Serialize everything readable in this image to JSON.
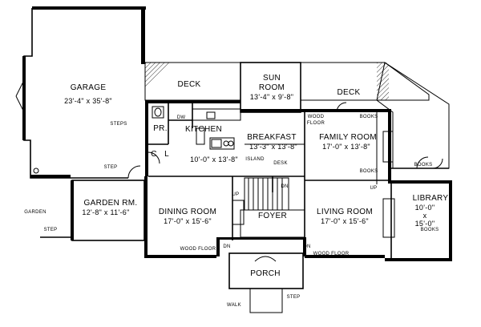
{
  "rooms": {
    "garage": {
      "name": "GARAGE",
      "dims": "23'-4\" x 35'-8\""
    },
    "deck_left": {
      "name": "DECK"
    },
    "sun_room": {
      "name_line1": "SUN",
      "name_line2": "ROOM",
      "dims": "13'-4\" x 9'-8\""
    },
    "deck_right": {
      "name": "DECK"
    },
    "powder_room": {
      "name": "PR."
    },
    "kitchen": {
      "name": "KITCHEN",
      "dims": "10'-0\" x 13'-8\""
    },
    "breakfast": {
      "name": "BREAKFAST",
      "dims": "13'-3\" x 13'-8\""
    },
    "family_room": {
      "name": "FAMILY ROOM",
      "dims": "17'-0\" x 13'-8\""
    },
    "garden_room": {
      "name": "GARDEN RM.",
      "dims": "12'-8\" x 11'-6\""
    },
    "dining_room": {
      "name": "DINING ROOM",
      "dims": "17'-0\" x 15'-6\""
    },
    "foyer": {
      "name": "FOYER"
    },
    "living_room": {
      "name": "LIVING ROOM",
      "dims": "17'-0\" x 15'-6\""
    },
    "library": {
      "name": "LIBRARY",
      "dims_line1": "10'-0\"",
      "dims_line2": "x",
      "dims_line3": "15'-0\""
    },
    "porch": {
      "name": "PORCH"
    }
  },
  "notes": {
    "steps": "STEPS",
    "step_garage": "STEP",
    "step_garden": "STEP",
    "step_porch": "STEP",
    "garden": "GARDEN",
    "walk": "WALK",
    "island": "ISLAND",
    "desk": "DESK",
    "wood_floor_family": "WOOD",
    "wood_floor_family_2": "FLOOR",
    "wood_floor_dining": "WOOD FLOOR",
    "wood_floor_living": "WOOD FLOOR",
    "books_1": "BOOKS",
    "books_2": "BOOKS",
    "books_3": "BOOKS",
    "books_4": "BOOKS",
    "up_1": "UP",
    "up_2": "UP",
    "dn_1": "DN",
    "dn_2": "DN",
    "dn_3": "DN",
    "closet_c": "C",
    "closet_l": "L",
    "dw": "DW"
  }
}
